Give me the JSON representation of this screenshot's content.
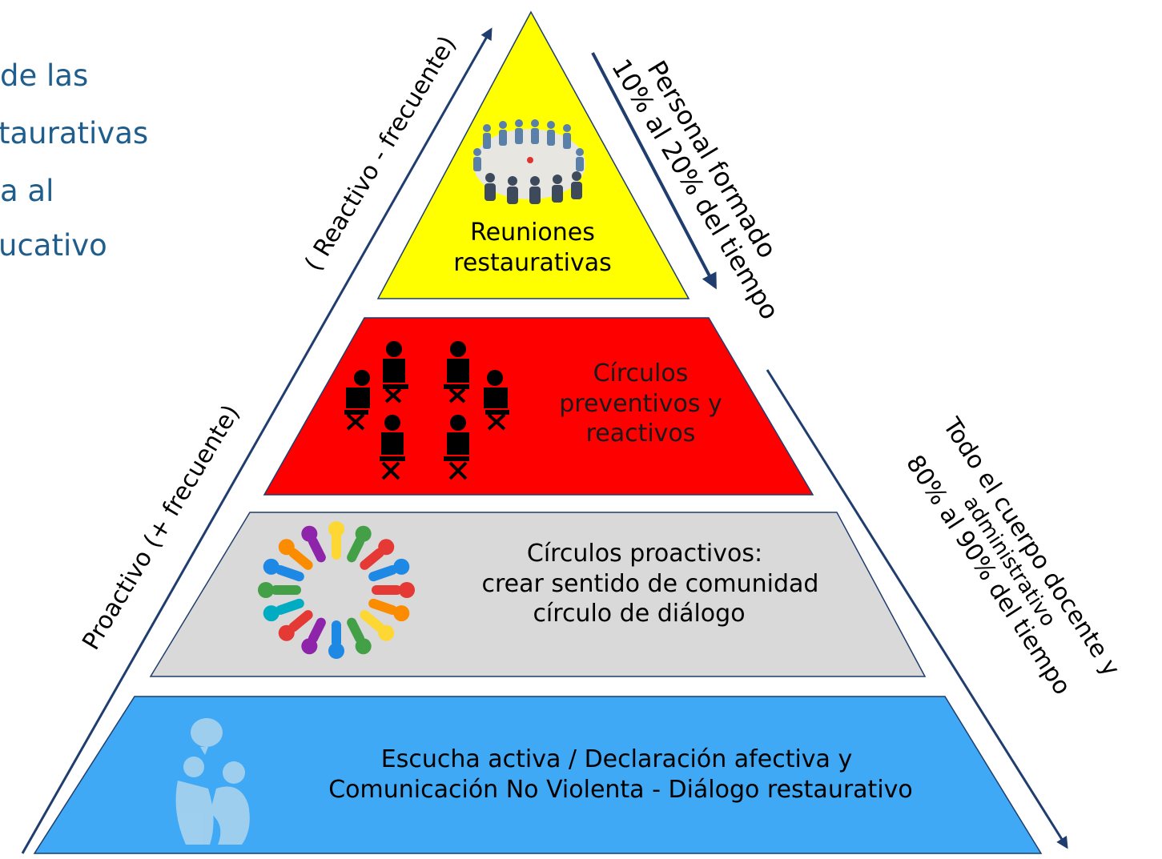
{
  "title_lines": [
    "de las",
    "taurativas",
    "a al",
    "ucativo"
  ],
  "levels": {
    "top": {
      "lines": [
        "Reuniones",
        "restaurativas"
      ],
      "color": "#ffff00"
    },
    "second": {
      "lines": [
        "Círculos",
        "preventivos y",
        "reactivos"
      ],
      "color": "#ff0000"
    },
    "third": {
      "lines": [
        "Círculos proactivos:",
        "crear sentido de comunidad",
        "círculo de diálogo"
      ],
      "color": "#d9d9d9"
    },
    "base": {
      "lines": [
        "Escucha activa / Declaración afectiva y",
        "Comunicación No Violenta - Diálogo restaurativo"
      ],
      "color": "#3fa9f5"
    }
  },
  "left_labels": {
    "upper": "( Reactivo - frecuente)",
    "lower": "Proactivo (+ frecuente)"
  },
  "right_labels": {
    "upper": [
      "Personal formado",
      "10% al 20% del tiempo"
    ],
    "lower": [
      "Todo el cuerpo docente y",
      "administrativo",
      "80% al 90% del tiempo"
    ]
  },
  "colors": {
    "arrow": "#1f3d6e",
    "outline": "#1f3d6e",
    "title": "#1f5d8c"
  },
  "icons": {
    "top": "group-circle-photo-icon",
    "second": "seated-circle-people-icon",
    "third": "ring-of-people-icon",
    "base": "embracing-people-icon"
  }
}
